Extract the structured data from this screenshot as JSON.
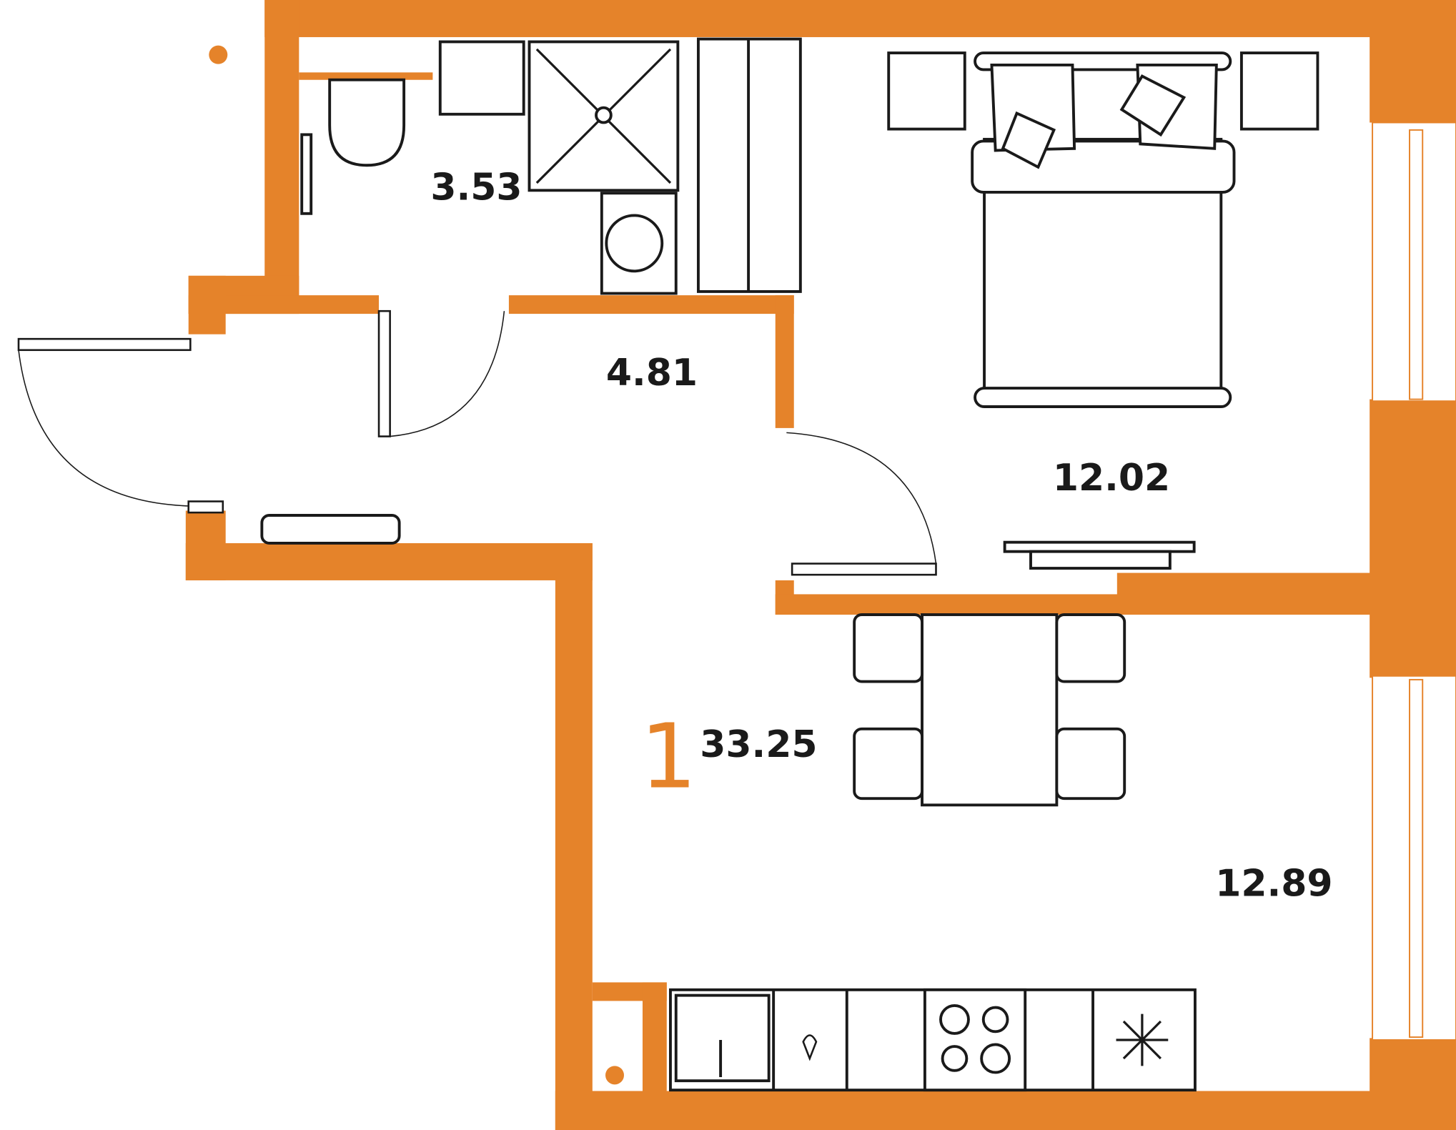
{
  "plan": {
    "room_count": "1",
    "total_area": "33.25",
    "rooms": [
      {
        "name": "bathroom",
        "area": "3.53"
      },
      {
        "name": "hallway",
        "area": "4.81"
      },
      {
        "name": "bedroom",
        "area": "12.02"
      },
      {
        "name": "kitchen-living",
        "area": "12.89"
      }
    ]
  },
  "colors": {
    "wall": "#E5832A",
    "line": "#1a1a1a"
  }
}
